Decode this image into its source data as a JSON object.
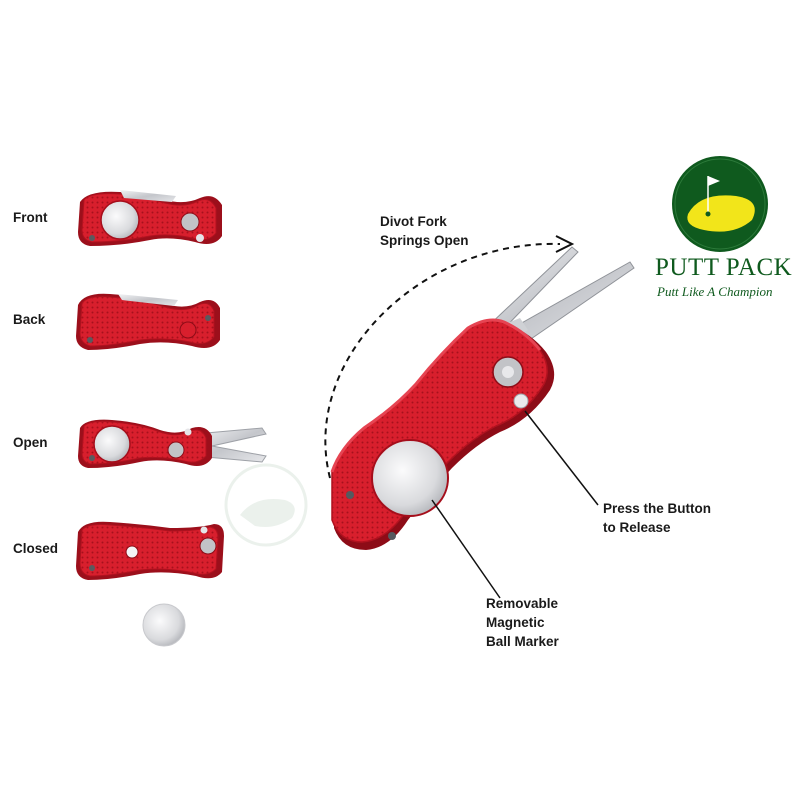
{
  "views": {
    "front": "Front",
    "back": "Back",
    "open": "Open",
    "closed": "Closed"
  },
  "callouts": {
    "divot": [
      "Divot Fork",
      "Springs Open"
    ],
    "button": [
      "Press the Button",
      "to Release"
    ],
    "marker": [
      "Removable",
      "Magnetic",
      "Ball Marker"
    ]
  },
  "brand": {
    "name": "PUTT PACK",
    "tagline": "Putt Like A Champion",
    "green": "#0f5a1e",
    "yellow": "#f2e51a"
  },
  "colors": {
    "tool_red": "#d81f2d",
    "tool_dark": "#9c0f1b",
    "steel": "#c9cbd0"
  }
}
